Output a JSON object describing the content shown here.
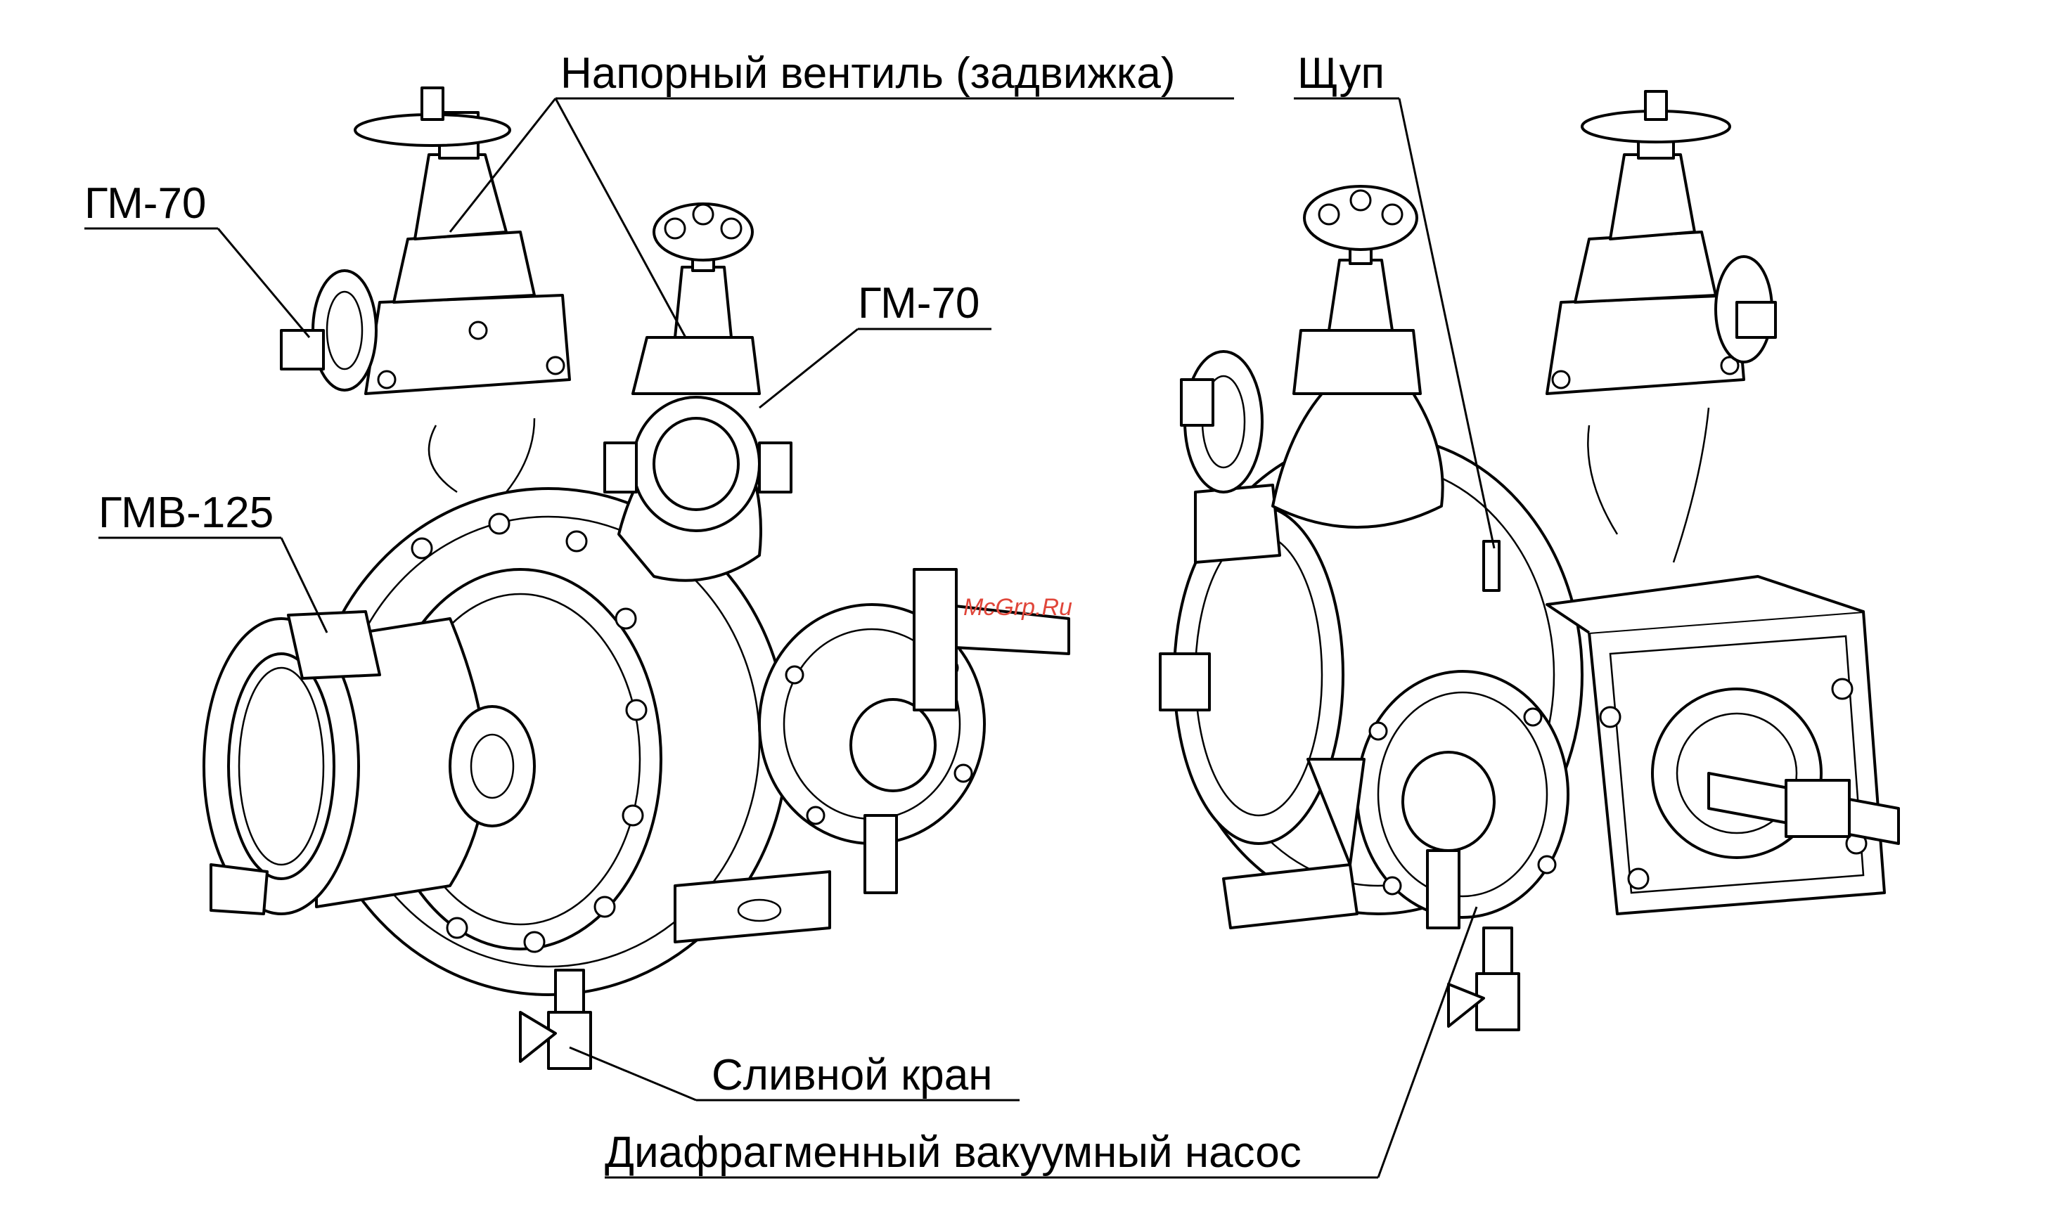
{
  "labels": {
    "napornyi_ventil": "Напорный вентиль (задвижка)",
    "shchup": "Щуп",
    "gm70_left": "ГМ-70",
    "gm70_center": "ГМ-70",
    "gmv125": "ГМВ-125",
    "slivnoi_kran": "Сливной кран",
    "vacuum_nasos": "Диафрагменный вакуумный насос"
  },
  "watermark": "McGrp.Ru",
  "colors": {
    "line": "#000000",
    "background": "#ffffff",
    "watermark": "#e0463a"
  }
}
